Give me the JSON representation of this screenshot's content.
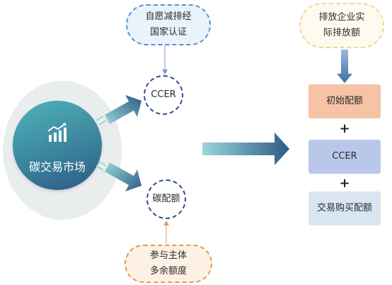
{
  "market": {
    "label": "碳交易市场",
    "icon": "bar-chart-rising-icon"
  },
  "voluntary_pill": {
    "line1": "自愿减排经",
    "line2": "国家认证"
  },
  "ccer_circle": {
    "label": "CCER"
  },
  "carbon_quota_circle": {
    "label": "碳配额"
  },
  "participant_pill": {
    "line1": "参与主体",
    "line2": "多余额度"
  },
  "emission_pill": {
    "line1": "排放企业实",
    "line2": "际排放额"
  },
  "right_column": {
    "initial_quota": "初始配额",
    "plus_1": "+",
    "ccer": "CCER",
    "plus_2": "+",
    "traded_quota": "交易购买配额"
  },
  "colors": {
    "market_gradient": [
      "#4fb3b7",
      "#2c5a86"
    ],
    "arrow_gradient": [
      "#8fd0d3",
      "#2c5a86"
    ],
    "initial_box": "#f6c3a6",
    "ccer_box": "#b9c8ea",
    "trade_box": "#d9e6f2"
  }
}
